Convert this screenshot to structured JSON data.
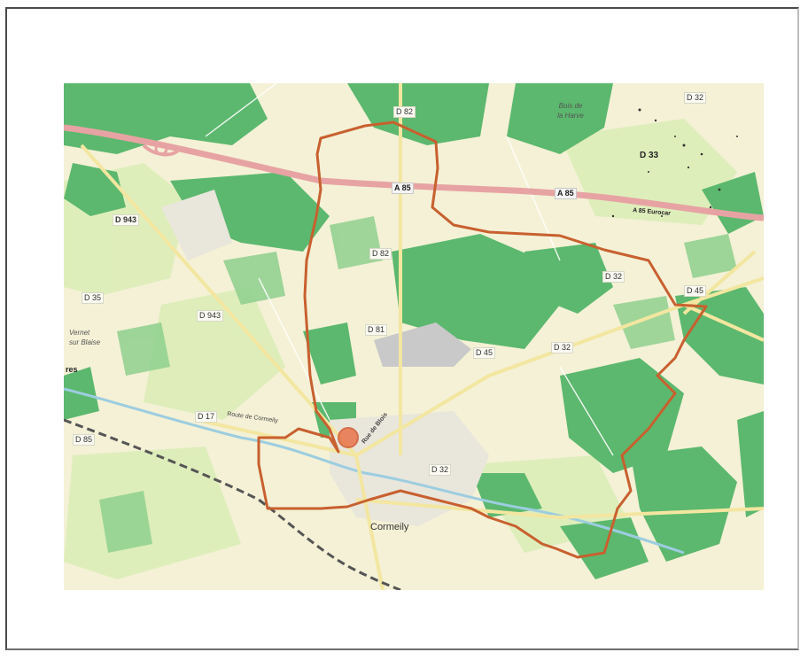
{
  "map": {
    "town": "Cormeily",
    "place_left": "Vernet\nsur Blaise",
    "fragment_left": "res",
    "route_label_1": "Route de Cormeily",
    "route_label_2": "Rue de Blois",
    "top_right_text": "Bois de\nla Harve",
    "roads": {
      "d82_top": "D 82",
      "d32_top_right": "D 32",
      "d33": "D 33",
      "a85_center": "A 85",
      "a85_right": "A 85",
      "a85_far_right": "A 85 Eurocar",
      "d943_upper": "D 943",
      "d943_lower": "D 943",
      "d82_mid": "D 82",
      "d32_right": "D 32",
      "d45_right": "D 45",
      "d35": "D 35",
      "d81": "D 81",
      "d45_center": "D 45",
      "d32_center": "D 32",
      "d17": "D 17",
      "d32_south": "D 32",
      "d85": "D 85"
    },
    "colors": {
      "boundary": "#c8602f",
      "motorway": "#e8a0a0",
      "forest": "#4caf64",
      "field": "#f6f2d8",
      "marker": "#e8734a"
    }
  }
}
